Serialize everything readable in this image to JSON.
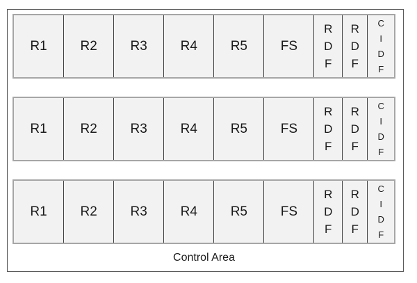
{
  "colors": {
    "background": "#ffffff",
    "frame_border": "#595959",
    "band_border": "#a6a6a6",
    "cell_divider": "#404040",
    "cell_fill": "#f2f2f2",
    "text": "#1a1a1a"
  },
  "rows": [
    {
      "cells": [
        "R1",
        "R2",
        "R3",
        "R4",
        "R5",
        "FS",
        "RDF",
        "RDF",
        "CIDF"
      ]
    },
    {
      "cells": [
        "R1",
        "R2",
        "R3",
        "R4",
        "R5",
        "FS",
        "RDF",
        "RDF",
        "CIDF"
      ]
    },
    {
      "cells": [
        "R1",
        "R2",
        "R3",
        "R4",
        "R5",
        "FS",
        "RDF",
        "RDF",
        "CIDF"
      ]
    }
  ],
  "control_area_label": "Control Area"
}
